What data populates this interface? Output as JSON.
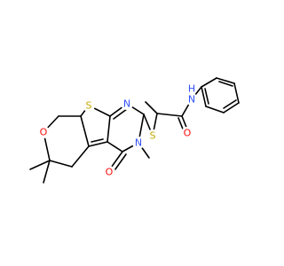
{
  "atom_labels": {
    "ring_oxygen": "O",
    "thiophene_sulfur": "S",
    "pyrimidine_n_upper": "N",
    "pyrimidine_n_methyl": "N",
    "carbonyl_oxygen_ring": "O",
    "thioether_sulfur": "S",
    "amide_oxygen": "O",
    "amide_nitrogen": "N",
    "amide_hydrogen": "H"
  },
  "colors": {
    "bond": "#000000",
    "oxygen": "#ff0d0d",
    "sulfur": "#c8a800",
    "nitrogen": "#3050f8",
    "background": "#ffffff"
  }
}
